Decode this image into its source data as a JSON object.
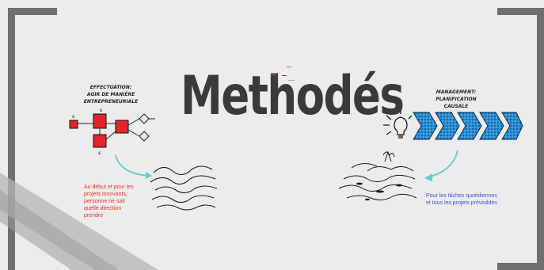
{
  "slide": {
    "title": "Methodés",
    "left_heading_1": "EFFECTUATION:",
    "left_heading_2": "AGIR DE MANIÈRE ENTREPRENEURIALE",
    "right_heading_1": "MANAGEMENT:",
    "right_heading_2": "PLANIFICATION CAUSALE",
    "left_note": [
      "Au début et pour les",
      "projets innovants,",
      "personne ne sait",
      "quelle direction",
      "prendre"
    ],
    "right_note": [
      "Pour les tâches quotidiennes",
      "et tous les projets prévisibles"
    ]
  },
  "colors": {
    "frame": "#6f6f6f",
    "red_note": "#e8322d",
    "blue_note": "#3e4fe0",
    "chevron_blue": "#2a8fd6",
    "arrow_teal": "#5fd0c4",
    "diagram_red": "#e3242b"
  },
  "icons": [
    "lightbulb-icon",
    "chevron-arrows-icon",
    "flowchart-icon",
    "waves-doodle-icon",
    "island-doodle-icon"
  ]
}
